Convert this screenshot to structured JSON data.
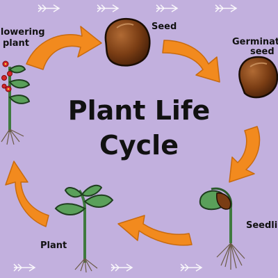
{
  "diagram": {
    "title_line1": "Plant Life",
    "title_line2": "Cycle",
    "stages": {
      "seed": "Seed",
      "germinated_line1": "Germinated",
      "germinated_line2": "seed",
      "seedling": "Seedling",
      "plant": "Plant",
      "flowering_line1": "Flowering",
      "flowering_line2": "plant"
    }
  },
  "colors": {
    "background": "#c2b0de",
    "arrow": "#f28a1e",
    "seed": "#7a3d14",
    "leaf": "#5aa05a",
    "flower": "#d4262a",
    "ink": "#111111"
  },
  "icons": [
    "seed-icon",
    "germinated-seed-icon",
    "seedling-icon",
    "plant-icon",
    "flowering-plant-icon",
    "arrow-icon",
    "decorative-arrow-border"
  ]
}
